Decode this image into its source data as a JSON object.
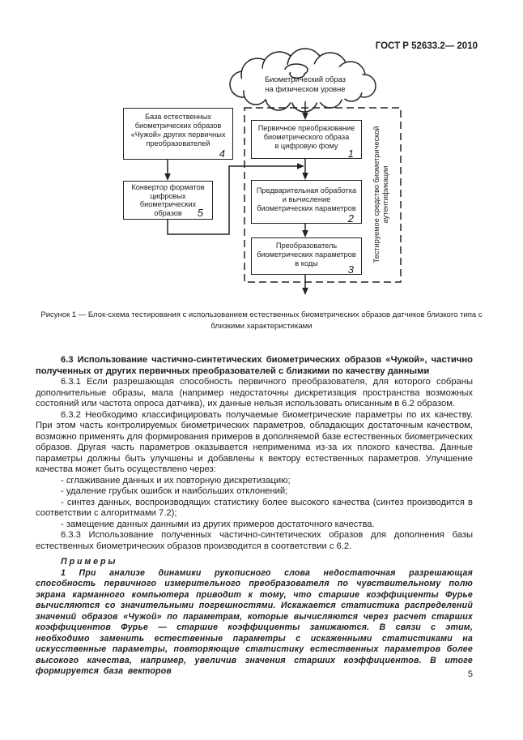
{
  "colors": {
    "ink": "#1c1c1c",
    "background": "#ffffff"
  },
  "header": {
    "doc_number": "ГОСТ Р 52633.2— 2010"
  },
  "diagram": {
    "cloud": {
      "lines": [
        "Биометрический образ",
        "на физическом уровне"
      ]
    },
    "boxes": [
      {
        "lines": [
          "База естественных",
          "биометрических образов",
          "«Чужой» других первичных",
          "преобразователей"
        ],
        "number": "4"
      },
      {
        "lines": [
          "Первичное преобразование",
          "биометрического образа",
          "в цифровую фому"
        ],
        "number": "1"
      },
      {
        "lines": [
          "Конвертор форматов",
          "цифровых",
          "биометрических",
          "образов"
        ],
        "number": "5"
      },
      {
        "lines": [
          "Предварительная обработка",
          "и вычисление",
          "биометрических параметров"
        ],
        "number": "2"
      },
      {
        "lines": [
          "Преобразователь",
          "биометрических параметров",
          "в коды"
        ],
        "number": "3"
      }
    ],
    "boundary_label": "Тестируемое средство биометрической аутентификации"
  },
  "figure_caption": "Рисунок 1 — Блок-схема тестирования с использованием естественных биометрических образов датчиков близкого типа с близкими характеристиками",
  "body": {
    "heading": "6.3 Использование частично-синтетических биометрических образов «Чужой», частично полученных от других первичных преобразователей с близкими по качеству данными",
    "p631": "6.3.1 Если разрешающая способность первичного преобразователя, для которого собраны дополнительные образы, мала (например недостаточны дискретизация пространства возможных состояний или частота опроса датчика), их данные нельзя использовать описанным в 6.2 образом.",
    "p632": "6.3.2 Необходимо классифицировать получаемые биометрические параметры по их качеству. При этом часть контролируемых биометрических параметров, обладающих достаточным качеством, возможно применять для формирования примеров в дополняемой базе естественных биометрических образов. Другая часть параметров оказывается неприменима из-за их плохого качества. Данные параметры должны быть улучшены и добавлены к вектору естественных параметров. Улучшение качества может быть осуществлено через:",
    "bullets": [
      "- сглаживание данных и их повторную дискретизацию;",
      "- удаление грубых ошибок и наибольших отклонений;",
      "- синтез данных, воспроизводящих статистику более высокого качества (синтез производится в соответствии с алгоритмами 7.2);",
      "- замещение данных данными из других примеров достаточного качества."
    ],
    "p633": "6.3.3 Использование полученных частично-синтетических образов для дополнения базы естественных биометрических образов производится в соответствии с 6.2.",
    "examples_label": "П р и м е р ы",
    "example1": "1 При анализе динамики рукописного слова недостаточная разрешающая способность первичного измерительного преобразователя по чувствительному полю экрана карманного компьютера приводит к тому, что старшие коэффициенты Фурье вычисляются со значительными погрешностями. Искажается статистика распределений значений образов «Чужой» по параметрам, которые вычисляются через расчет старших коэффициентов Фурье — старшие коэффициенты занижаются. В связи с этим, необходимо заменить естественные параметры с искаженными статистиками на искусственные параметры, повторяющие статистику естественных параметров более высокого качества, например, увеличив значения старших коэффициентов. В итоге формируется база векторов"
  },
  "footer": {
    "page_number": "5"
  }
}
